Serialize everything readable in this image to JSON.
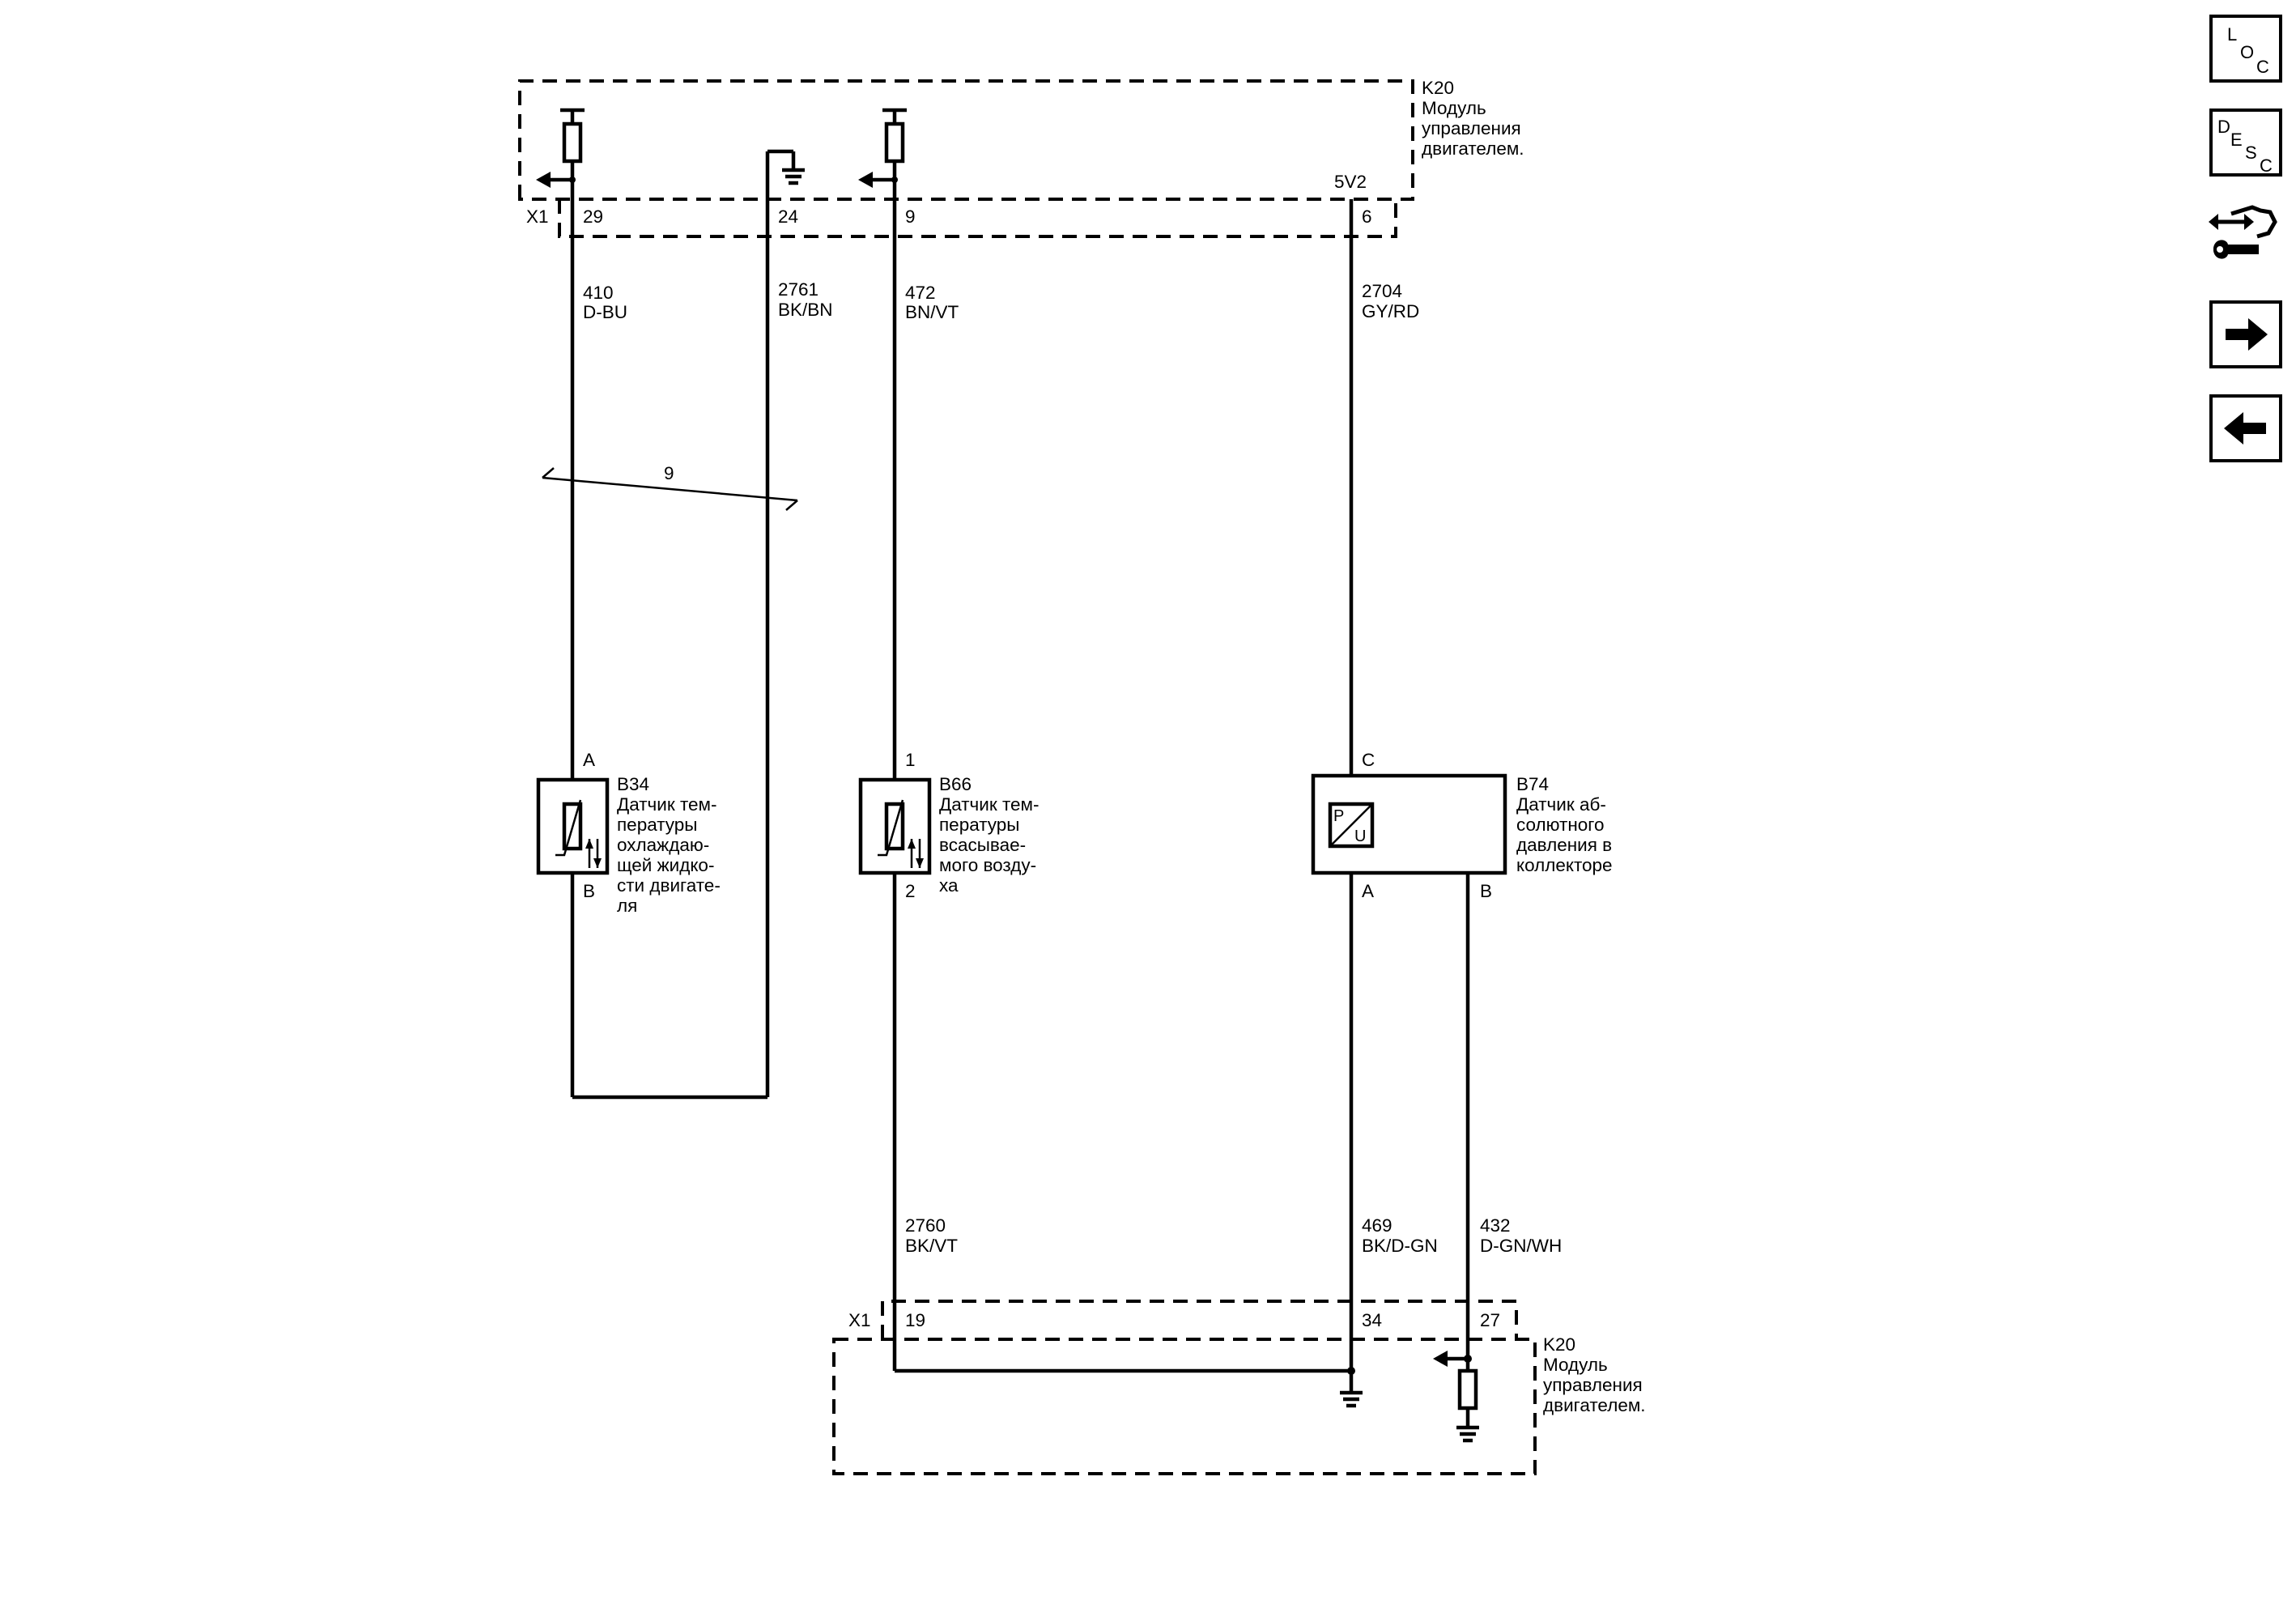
{
  "module_top": {
    "id": "K20",
    "line1": "Модуль",
    "line2": "управления",
    "line3": "двигателем."
  },
  "module_bottom": {
    "id": "K20",
    "line1": "Модуль",
    "line2": "управления",
    "line3": "двигателем."
  },
  "connector_top": {
    "name": "X1",
    "pins": [
      "29",
      "24",
      "9",
      "6"
    ],
    "ref_voltage": "5V2"
  },
  "connector_bottom": {
    "name": "X1",
    "pins": [
      "19",
      "34",
      "27"
    ]
  },
  "wires": [
    {
      "circuit": "410",
      "color": "D-BU"
    },
    {
      "circuit": "2761",
      "color": "BK/BN"
    },
    {
      "circuit": "472",
      "color": "BN/VT"
    },
    {
      "circuit": "2704",
      "color": "GY/RD"
    },
    {
      "circuit": "2760",
      "color": "BK/VT"
    },
    {
      "circuit": "469",
      "color": "BK/D-GN"
    },
    {
      "circuit": "432",
      "color": "D-GN/WH"
    }
  ],
  "twist_label": "9",
  "b34": {
    "id": "B34",
    "pin_top": "A",
    "pin_bottom": "B",
    "desc": [
      "Датчик тем-",
      "пературы",
      "охлаждаю-",
      "щей жидко-",
      "сти двигате-",
      "ля"
    ]
  },
  "b66": {
    "id": "B66",
    "pin_top": "1",
    "pin_bottom": "2",
    "desc": [
      "Датчик тем-",
      "пературы",
      "всасывае-",
      "мого возду-",
      "ха"
    ]
  },
  "b74": {
    "id": "B74",
    "pin_top": "C",
    "pin_a": "A",
    "pin_b": "B",
    "sym_p": "P",
    "sym_u": "U",
    "desc": [
      "Датчик аб-",
      "солютного",
      "давления в",
      "коллекторе"
    ]
  },
  "nav": {
    "loc": {
      "l": "L",
      "o": "O",
      "c": "C"
    },
    "desc": {
      "d": "D",
      "e": "E",
      "s": "S",
      "c": "C"
    },
    "icons": [
      "loc-icon",
      "desc-icon",
      "connector-tool-icon",
      "arrow-right-icon",
      "arrow-left-icon"
    ]
  }
}
